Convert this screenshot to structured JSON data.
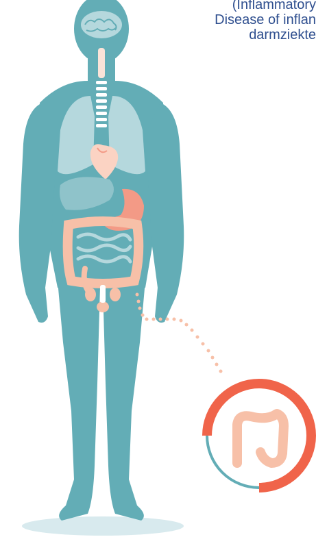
{
  "caption": {
    "line1": "(Inflammatory",
    "line2": "Disease of inflan",
    "line3": "darmziekte"
  },
  "colors": {
    "body": "#63adb6",
    "lung": "#b5d8dd",
    "organ": "#f7c0a8",
    "stomach": "#f39a86",
    "highlight": "#f0644a",
    "ring_base": "#63adb6",
    "text": "#2f4f8f"
  },
  "icons": [
    "brain-icon",
    "lungs-icon",
    "heart-icon",
    "liver-icon",
    "stomach-icon",
    "intestines-icon",
    "bladder-icon",
    "colon-detail-icon"
  ]
}
